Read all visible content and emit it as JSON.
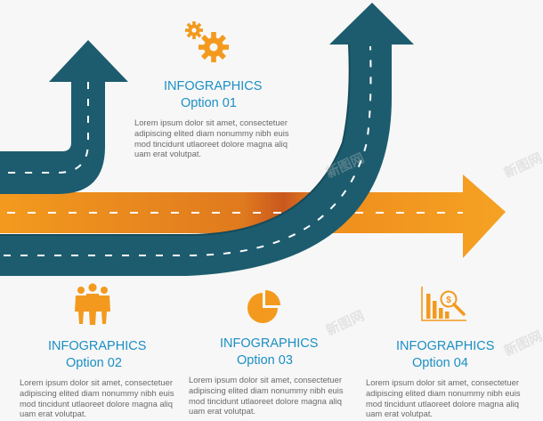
{
  "colors": {
    "road_teal": "#1d5c6e",
    "road_teal_dark": "#164b5a",
    "road_orange": "#f39a1e",
    "road_orange_dark": "#c9581e",
    "dash": "#ffffff",
    "accent_icon": "#f39a1e",
    "heading": "#1b8fc4",
    "body_text": "#6a6a6a",
    "background": "#f7f7f7"
  },
  "icons": {
    "option01": "gears-icon",
    "option02": "people-group-icon",
    "option03": "pie-chart-icon",
    "option04": "bar-chart-magnifier-icon"
  },
  "options": [
    {
      "heading": "INFOGRAPHICS",
      "label": "Option 01",
      "text": "Lorem ipsum dolor sit amet, consectetuer\nadipiscing elited diam nonummy nibh euis\nmod tincidunt utlaoreet dolore magna aliq\nuam erat volutpat."
    },
    {
      "heading": "INFOGRAPHICS",
      "label": "Option 02",
      "text": "Lorem ipsum dolor sit amet, consectetuer\nadipiscing elited diam nonummy nibh euis\nmod tincidunt utlaoreet dolore magna aliq\nuam erat volutpat."
    },
    {
      "heading": "INFOGRAPHICS",
      "label": "Option 03",
      "text": "Lorem ipsum dolor sit amet, consectetuer\nadipiscing elited diam nonummy nibh euis\nmod tincidunt utlaoreet dolore magna aliq\nuam erat volutpat."
    },
    {
      "heading": "INFOGRAPHICS",
      "label": "Option 04",
      "text": "Lorem ipsum dolor sit amet, consectetuer\nadipiscing elited diam nonummy nibh euis\nmod tincidunt utlaoreet dolore magna aliq\nuam erat volutpat."
    }
  ],
  "watermark": "新图网"
}
